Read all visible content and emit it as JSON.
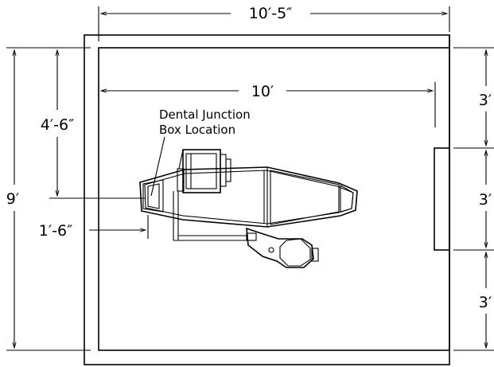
{
  "dimensions": {
    "overall_width": "10′-5″",
    "inner_width": "10′",
    "overall_height": "9′",
    "junction_from_top": "4′-6″",
    "junction_from_wall": "1′-6″",
    "right_top": "3′",
    "right_middle": "3′",
    "right_bottom": "3′"
  },
  "label": {
    "line1": "Dental Junction",
    "line2": "Box Location"
  }
}
